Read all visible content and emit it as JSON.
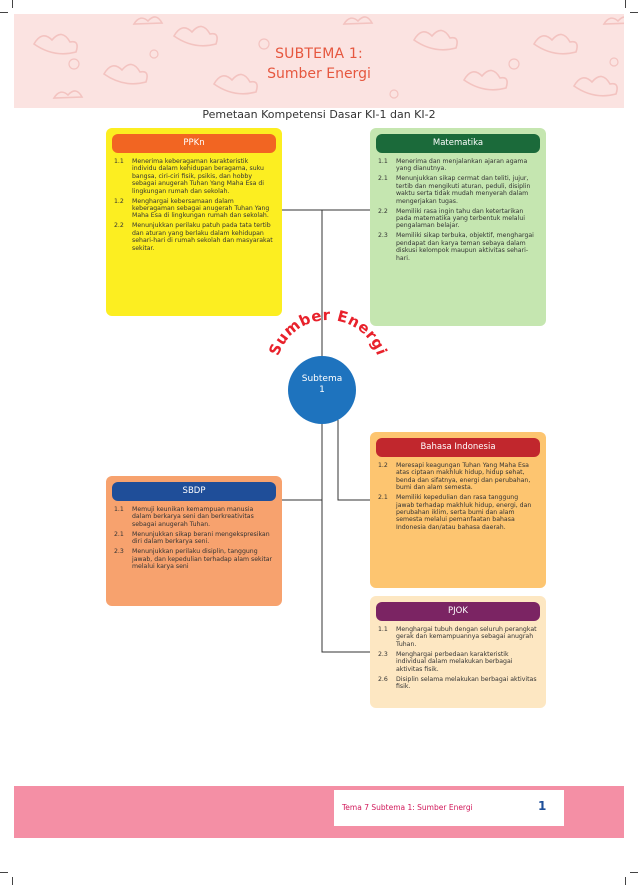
{
  "header": {
    "subtheme_label": "SUBTEMA 1:",
    "subtheme_name": "Sumber Energi",
    "mapping_title": "Pemetaan Kompetensi Dasar KI-1 dan KI-2"
  },
  "hub": {
    "arc_text": "Sumber Energi",
    "line1": "Subtema",
    "line2": "1"
  },
  "cards": {
    "ppkn": {
      "title": "PPKn",
      "items": [
        {
          "num": "1.1",
          "text": "Menerima keberagaman karakteristik individu dalam kehidupan beragama, suku bangsa, ciri-ciri fisik, psikis, dan hobby sebagai anugerah Tuhan Yang Maha Esa di lingkungan rumah dan sekolah."
        },
        {
          "num": "1.2",
          "text": "Menghargai kebersamaan dalam keberagaman sebagai anugerah Tuhan Yang Maha Esa di lingkungan rumah dan sekolah."
        },
        {
          "num": "2.2",
          "text": "Menunjukkan perilaku patuh pada tata tertib dan aturan yang berlaku dalam kehidupan sehari-hari di rumah sekolah dan masyarakat sekitar."
        }
      ]
    },
    "matematika": {
      "title": "Matematika",
      "items": [
        {
          "num": "1.1",
          "text": "Menerima dan menjalankan ajaran agama yang dianutnya."
        },
        {
          "num": "2.1",
          "text": "Menunjukkan sikap cermat dan teliti, jujur, tertib dan mengikuti aturan, peduli, disiplin waktu serta tidak mudah menyerah dalam mengerjakan tugas."
        },
        {
          "num": "2.2",
          "text": "Memiliki rasa ingin tahu dan ketertarikan pada matematika yang terbentuk melalui pengalaman belajar."
        },
        {
          "num": "2.3",
          "text": "Memiliki sikap terbuka, objektif, menghargai pendapat dan karya teman sebaya dalam diskusi kelompok maupun aktivitas sehari-hari."
        }
      ]
    },
    "bahasa_indonesia": {
      "title": "Bahasa Indonesia",
      "items": [
        {
          "num": "1.2",
          "text": "Meresapi keagungan Tuhan Yang Maha Esa atas ciptaan makhluk hidup, hidup sehat, benda dan sifatnya, energi dan perubahan, bumi dan alam semesta."
        },
        {
          "num": "2.1",
          "text": "Memiliki kepedulian dan rasa tanggung jawab terhadap makhluk hidup, energi, dan perubahan iklim, serta bumi dan alam semesta melalui pemanfaatan bahasa Indonesia dan/atau bahasa daerah."
        }
      ]
    },
    "sbdp": {
      "title": "SBDP",
      "items": [
        {
          "num": "1.1",
          "text": "Memuji keunikan kemampuan manusia dalam berkarya seni dan berkreativitas sebagai anugerah Tuhan."
        },
        {
          "num": "2.1",
          "text": "Menunjukkan sikap berani mengekspresikan diri dalam berkarya seni."
        },
        {
          "num": "2.3",
          "text": "Menunjukkan perilaku disiplin, tanggung jawab, dan kepedulian terhadap alam sekitar melalui karya seni"
        }
      ]
    },
    "pjok": {
      "title": "PJOK",
      "items": [
        {
          "num": "1.1",
          "text": "Menghargai tubuh dengan seluruh perangkat gerak dan kemampuannya sebagai anugrah Tuhan."
        },
        {
          "num": "2.3",
          "text": "Menghargai perbedaan karakteristik individual dalam melakukan berbagai aktivitas fisik."
        },
        {
          "num": "2.6",
          "text": "Disiplin selama melakukan berbagai aktivitas fisik."
        }
      ]
    }
  },
  "footer": {
    "running_title": "Tema 7 Subtema 1: Sumber Energi",
    "page_number": "1"
  },
  "colors": {
    "header_pink": "#fbe3e1",
    "title_orange": "#e6573f",
    "hub_blue": "#1e73be",
    "arc_red": "#e8212b",
    "footer_pink": "#f48fa5",
    "page_number_blue": "#1e4f9a"
  }
}
